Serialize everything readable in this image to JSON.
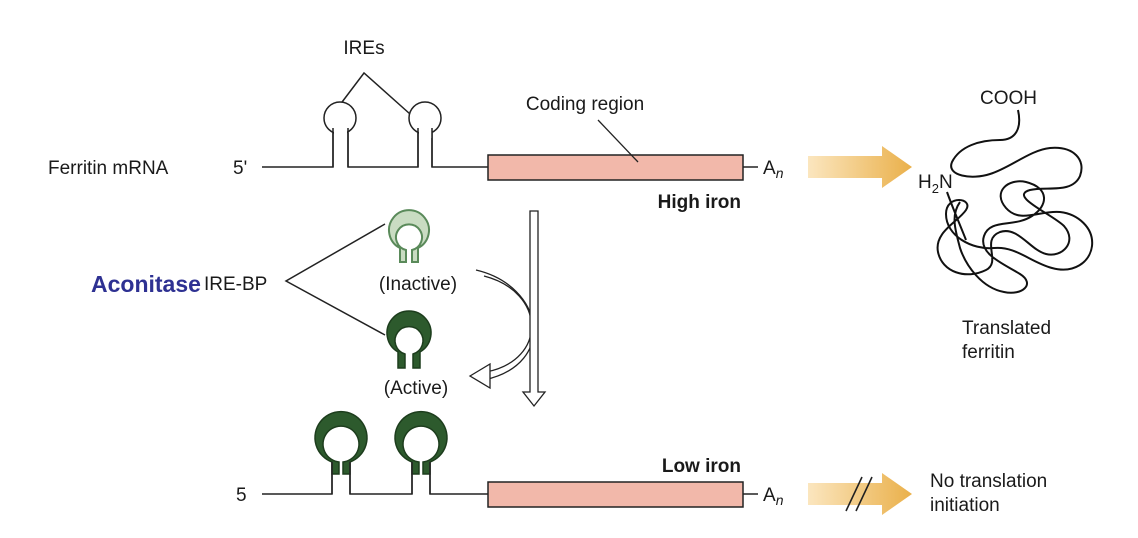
{
  "colors": {
    "coding_fill": "#f2b8aa",
    "inactive_fill": "#c9dcc2",
    "inactive_stroke": "#5a8a5a",
    "active_fill": "#2d5a2d",
    "accent_label": "#2e3192",
    "arrow_fill": "#eab04a"
  },
  "top": {
    "ires_label": "IREs",
    "coding_region_label": "Coding region",
    "mrna_label": "Ferritin mRNA",
    "five_prime": "5'",
    "polya": "A",
    "polya_sub": "n",
    "condition": "High iron"
  },
  "protein": {
    "cooh": "COOH",
    "h2n_h": "H",
    "h2n_sub": "2",
    "h2n_n": "N",
    "caption_line1": "Translated",
    "caption_line2": "ferritin"
  },
  "middle": {
    "aconitase": "Aconitase",
    "ire_bp": "IRE-BP",
    "inactive": "(Inactive)",
    "active": "(Active)"
  },
  "bottom": {
    "five_prime": "5",
    "polya": "A",
    "polya_sub": "n",
    "condition": "Low iron",
    "result_line1": "No translation",
    "result_line2": "initiation"
  }
}
